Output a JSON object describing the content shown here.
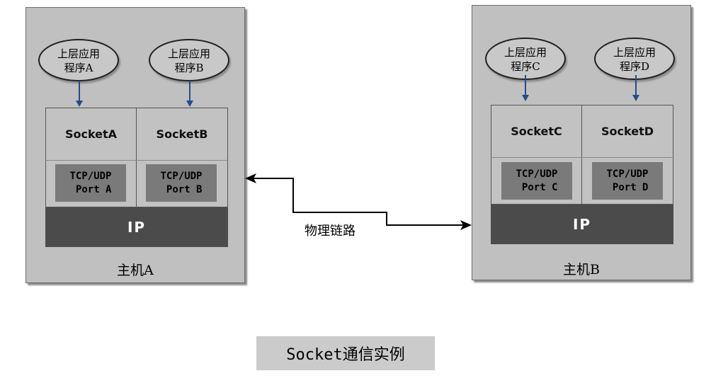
{
  "host_a": {
    "label": "主机A",
    "apps": [
      "上层应用\n程序A",
      "上层应用\n程序B"
    ],
    "sockets": [
      "SocketA",
      "SocketB"
    ],
    "ports": [
      "TCP/UDP\n Port A",
      "TCP/UDP\n Port B"
    ],
    "ip": "IP"
  },
  "host_b": {
    "label": "主机B",
    "apps": [
      "上层应用\n程序C",
      "上层应用\n程序D"
    ],
    "sockets": [
      "SocketC",
      "SocketD"
    ],
    "ports": [
      "TCP/UDP\n Port C",
      "TCP/UDP\n Port D"
    ],
    "ip": "IP"
  },
  "link_label": "物理链路",
  "caption": "Socket通信实例",
  "colors": {
    "host_bg": "#c0c0c0",
    "port_bg": "#7a7a7a",
    "ip_bg": "#4b4b4b",
    "app_arrow": "#1f4e8c",
    "link_arrow": "#000000",
    "caption_bg": "#cbcbcb"
  }
}
